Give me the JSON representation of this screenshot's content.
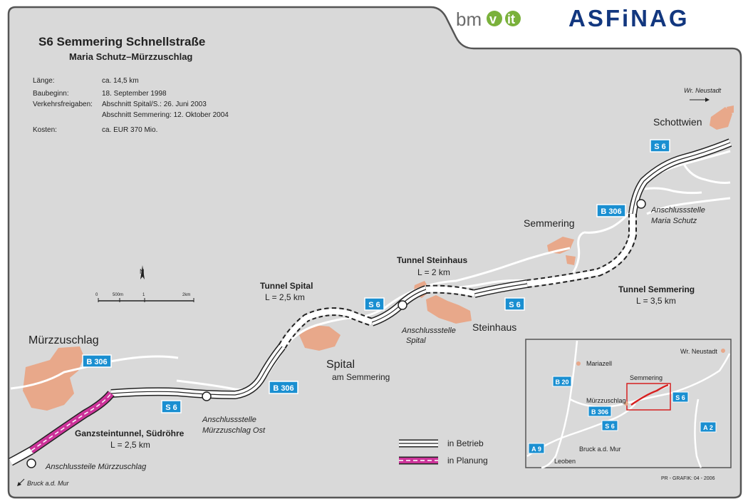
{
  "header": {
    "title": "S6 Semmering Schnellstraße",
    "subtitle": "Maria Schutz–Mürzzuschlag",
    "logo_bmvit": "bmvit",
    "logo_asfinag": "ASFINAG"
  },
  "facts": [
    {
      "label": "Länge:",
      "value": "ca. 14,5 km"
    },
    {
      "label": "Baubeginn:",
      "value": "18. September 1998"
    },
    {
      "label": "Verkehrsfreigaben:",
      "value": "Abschnitt Spital/S.: 26. Juni 2003"
    },
    {
      "label": "",
      "value": "Abschnitt Semmering: 12. Oktober 2004"
    },
    {
      "label": "Kosten:",
      "value": "ca. EUR 370 Mio."
    }
  ],
  "scale": {
    "zero": "0",
    "m500": "500m",
    "one": "1",
    "two": "2km"
  },
  "places": {
    "muerzzuschlag": "Mürzzuschlag",
    "spital": "Spital",
    "spital_sub": "am Semmering",
    "steinhaus": "Steinhaus",
    "semmering": "Semmering",
    "schottwien": "Schottwien",
    "wr_neustadt": "Wr. Neustadt",
    "bruck": "Bruck a.d. Mur"
  },
  "tunnels": {
    "spital_name": "Tunnel Spital",
    "spital_len": "L = 2,5 km",
    "steinhaus_name": "Tunnel Steinhaus",
    "steinhaus_len": "L = 2 km",
    "semmering_name": "Tunnel Semmering",
    "semmering_len": "L = 3,5 km",
    "ganzstein_name": "Ganzsteintunnel, Südröhre",
    "ganzstein_len": "L = 2,5 km"
  },
  "junctions": {
    "muerz_ost_1": "Anschlussstelle",
    "muerz_ost_2": "Mürzzuschlag Ost",
    "spital_1": "Anschlussstelle",
    "spital_2": "Spital",
    "maria_1": "Anschlussstelle",
    "maria_2": "Maria Schutz",
    "muerz": "Anschlussteile Mürzzuschlag"
  },
  "shields": {
    "s6": "S 6",
    "b306": "B 306"
  },
  "legend": {
    "in_betrieb": "in Betrieb",
    "in_planung": "in Planung"
  },
  "inset": {
    "mariazell": "Mariazell",
    "wr_neustadt": "Wr. Neustadt",
    "semmering": "Semmering",
    "muerzzuschlag": "Mürzzuschlag",
    "bruck": "Bruck a.d. Mur",
    "leoben": "Leoben",
    "b20": "B 20",
    "b306": "B 306",
    "s6a": "S 6",
    "s6b": "S 6",
    "a2": "A 2",
    "a9": "A 9"
  },
  "footer": {
    "credit": "PR - GRAFIK: 04 - 2006"
  },
  "colors": {
    "map_bg": "#d9d9d9",
    "frame": "#555555",
    "town": "#e8a88a",
    "shield": "#1a8fd1",
    "road_operational": "#ffffff",
    "road_planned": "#cc3399",
    "asfinag_blue": "#12377f",
    "bmvit_green": "#7ab13b"
  }
}
